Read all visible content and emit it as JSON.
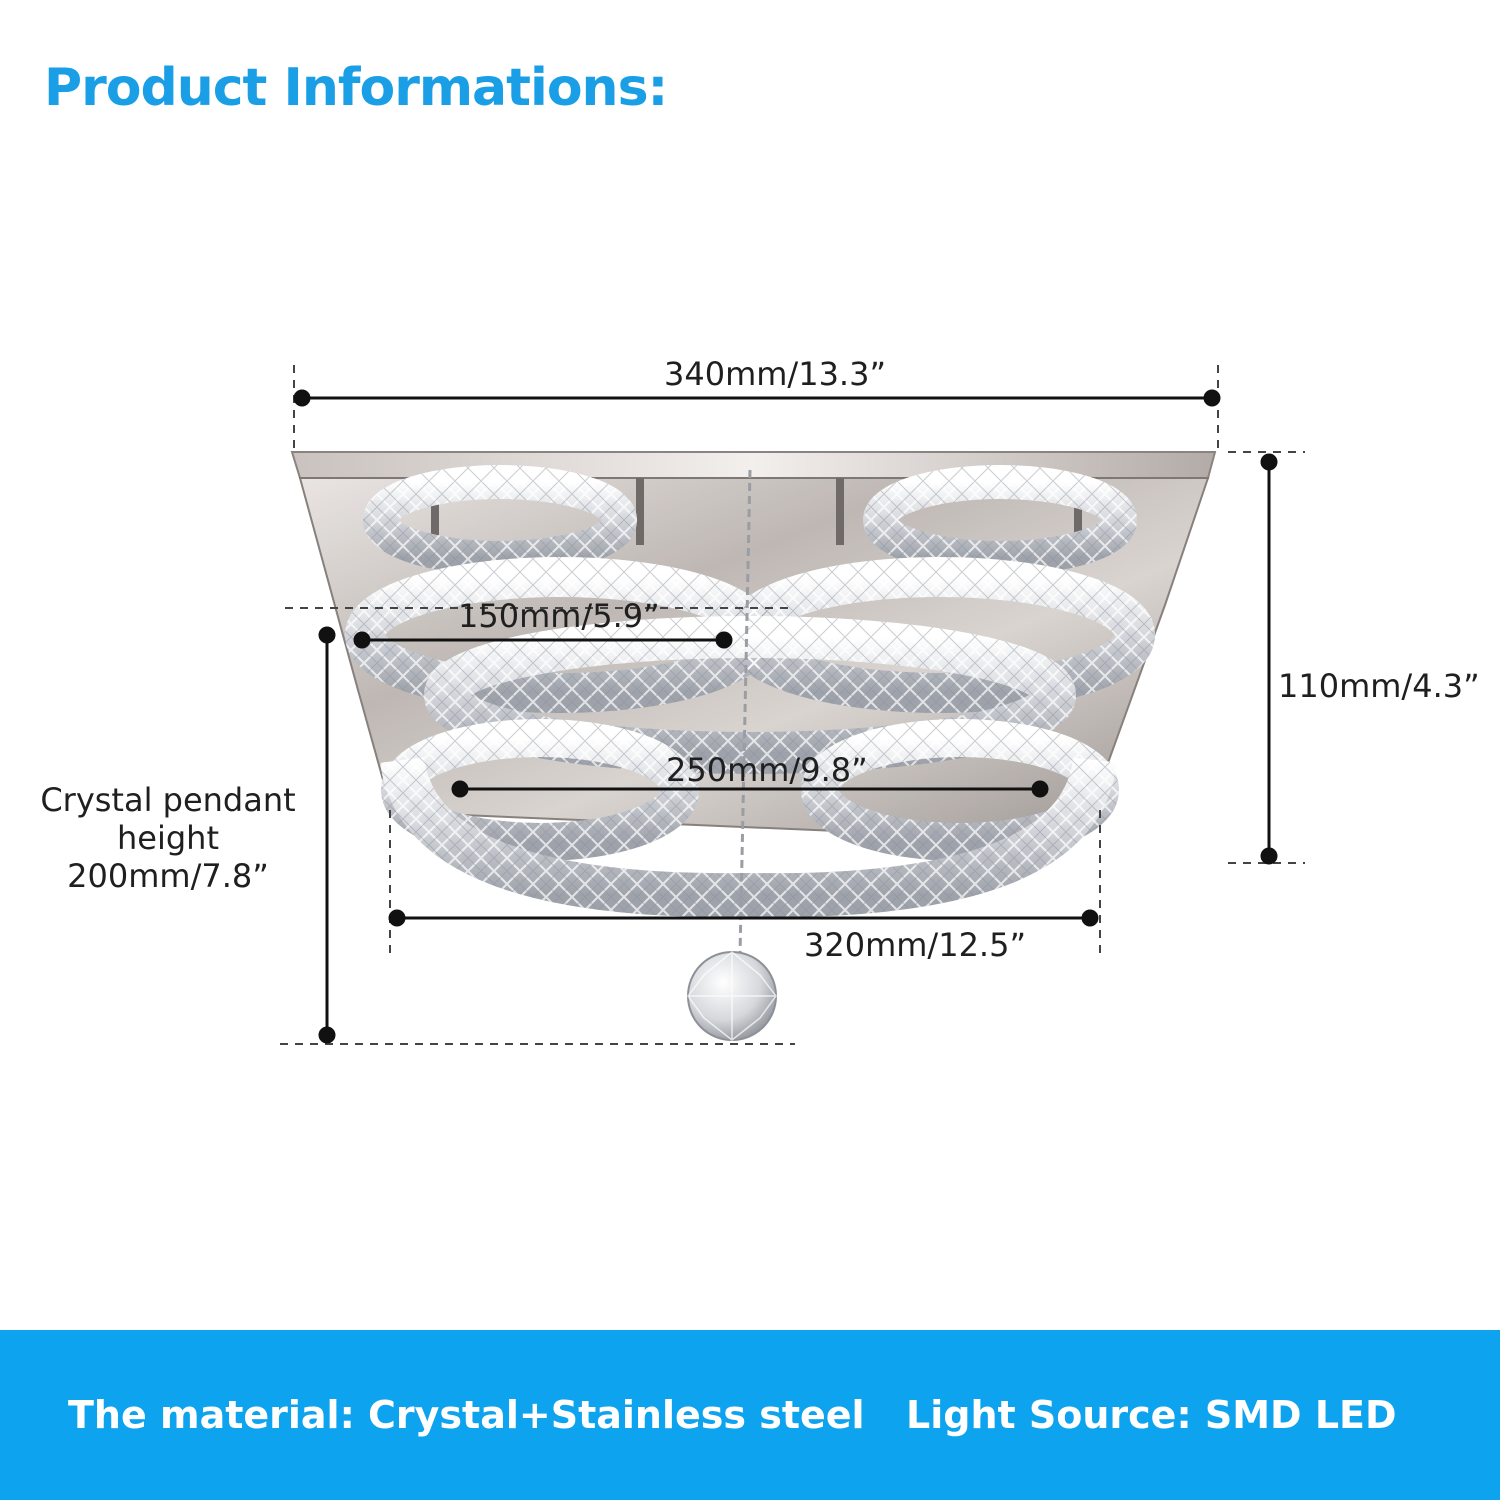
{
  "header": {
    "title": "Product Informations:"
  },
  "dimensions": {
    "total_width": "340mm/13.3”",
    "inner_ring": "150mm/5.9”",
    "middle_ring": "250mm/9.8”",
    "ring_width": "320mm/12.5”",
    "height": "110mm/4.3”",
    "pendant_line1": "Crystal pendant",
    "pendant_line2": "height",
    "pendant_value": "200mm/7.8”"
  },
  "footer": {
    "material": "The material: Crystal+Stainless steel",
    "light_source": "Light Source: SMD LED"
  },
  "colors": {
    "accent": "#1a9ee6",
    "footer_bg": "#0ea3ee",
    "text": "#1f1f1f"
  }
}
